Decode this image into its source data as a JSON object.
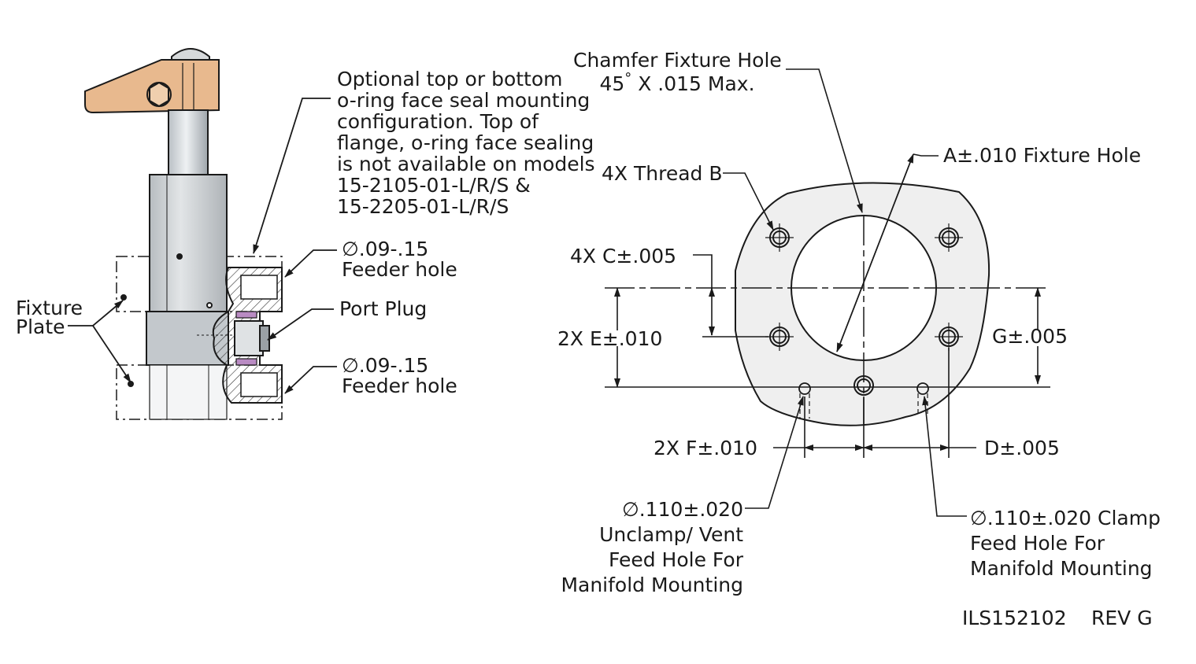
{
  "left": {
    "note": [
      "Optional top or bottom",
      "o-ring face seal mounting",
      "configuration. Top of",
      "flange, o-ring face sealing",
      "is not available on models",
      "15-2105-01-L/R/S &",
      "15-2205-01-L/R/S"
    ],
    "feeder_top": [
      "∅.09-.15",
      "Feeder hole"
    ],
    "port_plug": "Port Plug",
    "feeder_bottom": [
      "∅.09-.15",
      "Feeder hole"
    ],
    "fixture_plate": [
      "Fixture",
      "Plate"
    ]
  },
  "right": {
    "chamfer": [
      "Chamfer Fixture Hole",
      "45",
      "°",
      " X .015 Max."
    ],
    "a_fixture": "A±.010 Fixture Hole",
    "thread_b": "4X Thread B",
    "c_dim": "4X C±.005",
    "e_dim": "2X E±.010",
    "g_dim": "G±.005",
    "f_dim": "2X F±.010",
    "d_dim": "D±.005",
    "unclamp": [
      "∅.110±.020",
      "Unclamp/ Vent",
      "Feed Hole For",
      "Manifold Mounting"
    ],
    "clamp": [
      "∅.110±.020 Clamp",
      "Feed Hole For",
      "Manifold Mounting"
    ]
  },
  "drawing_id": "ILS152102",
  "revision": "REV G",
  "colors": {
    "line": "#1a1a1a",
    "clamp_arm": "#e8b98e",
    "cylinder": "#d5d9dc",
    "body": "#c9cdd0",
    "flange_fill": "#efefef",
    "seal": "#b98bc3"
  }
}
